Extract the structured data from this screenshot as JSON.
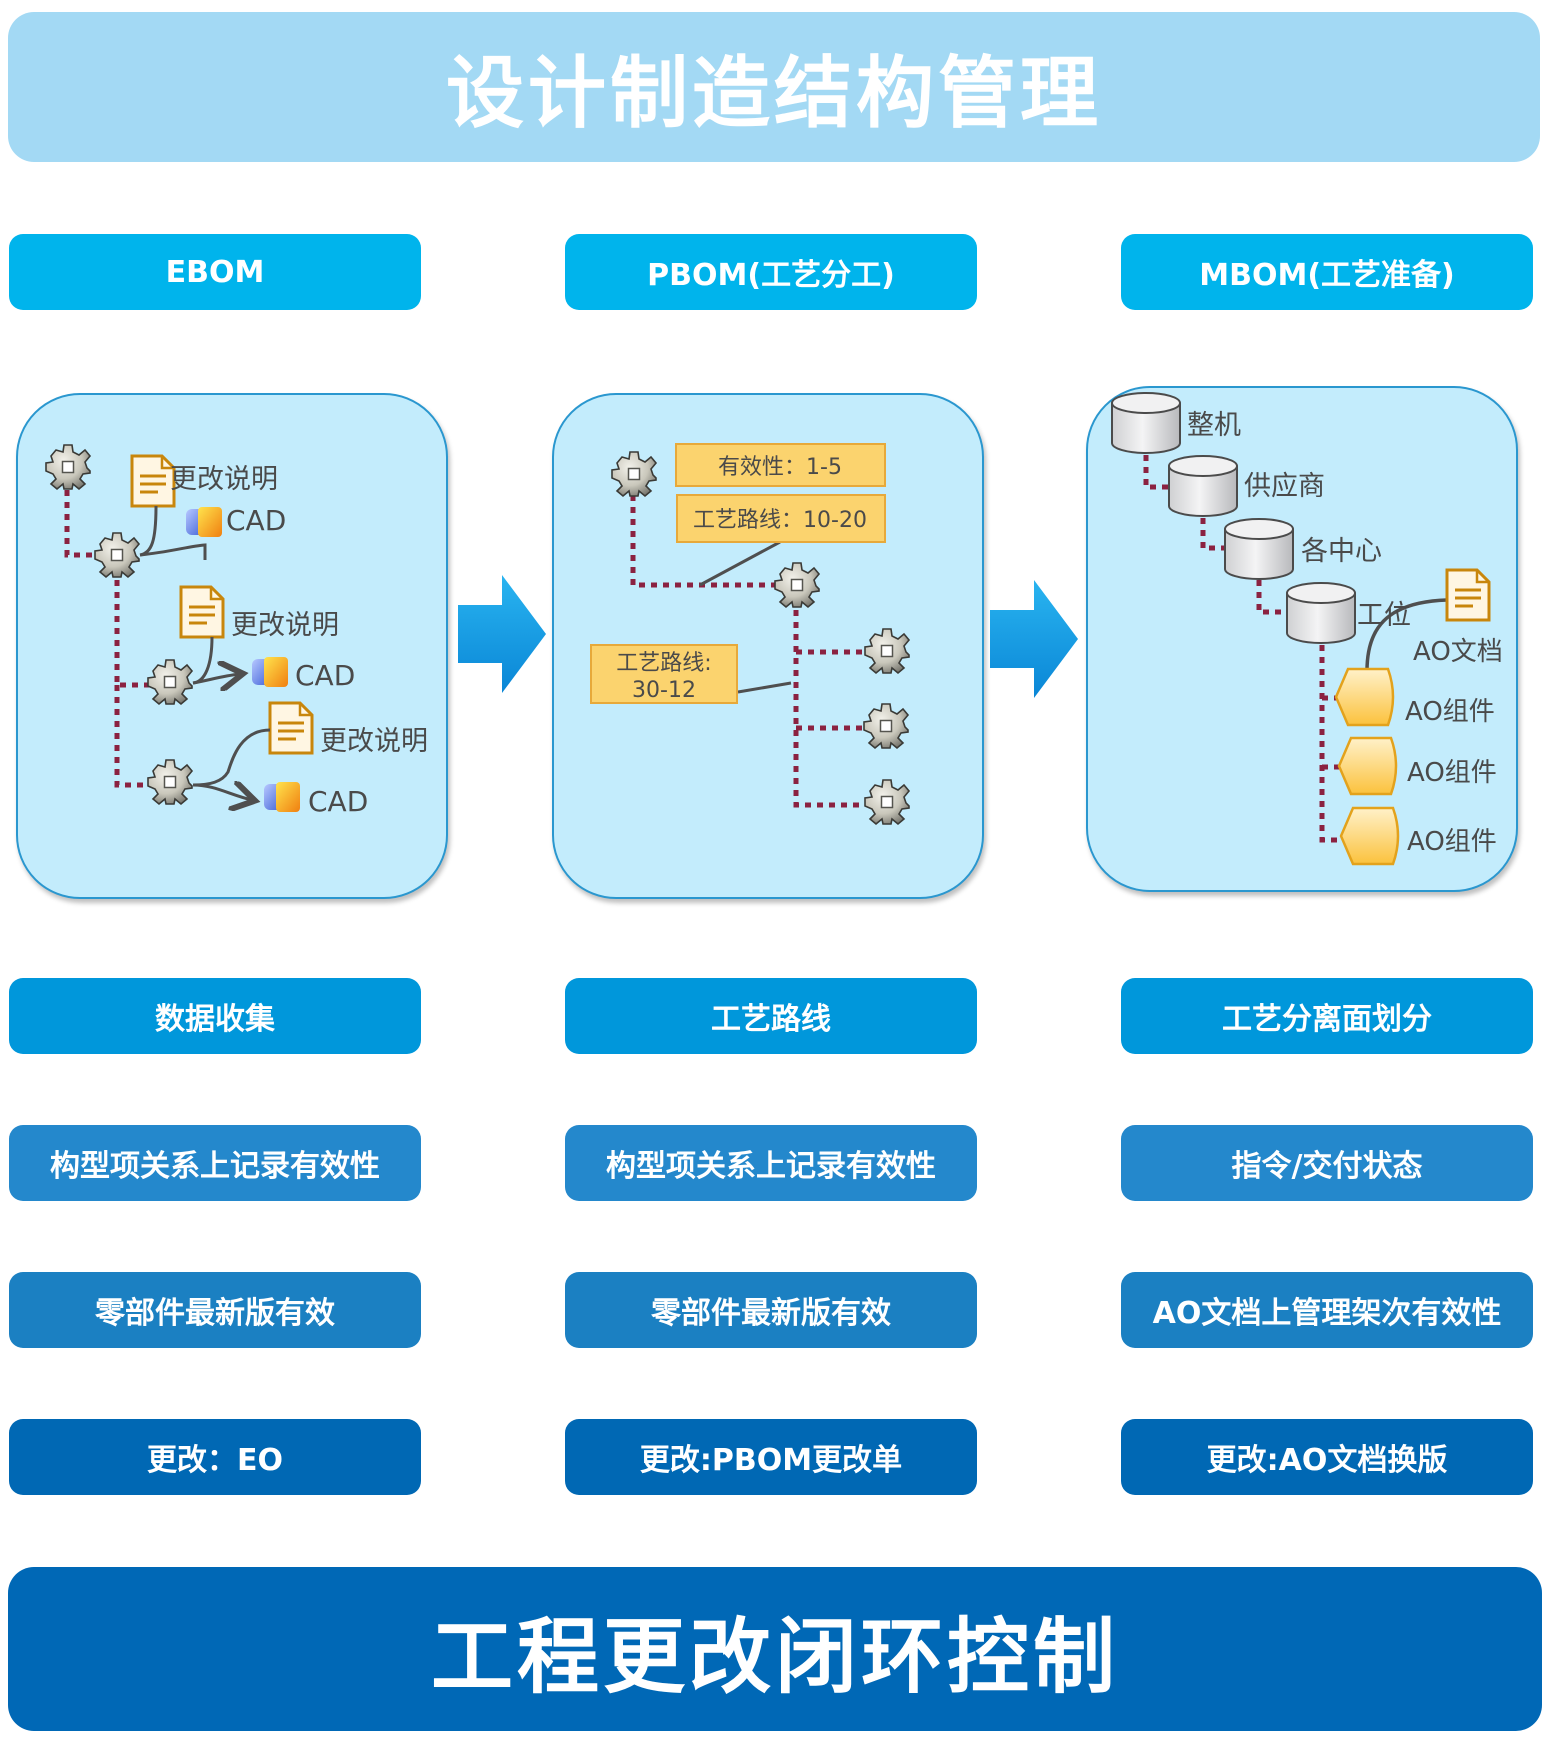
{
  "header": {
    "title": "设计制造结构管理"
  },
  "footer": {
    "title": "工程更改闭环控制"
  },
  "columns": [
    {
      "id": "ebom",
      "heading": "EBOM",
      "rows": [
        "数据收集",
        "构型项关系上记录有效性",
        "零部件最新版有效",
        "更改：EO"
      ],
      "diagram": {
        "change_note_label": "更改说明",
        "cad_label": "CAD"
      }
    },
    {
      "id": "pbom",
      "heading": "PBOM(工艺分工)",
      "rows": [
        "工艺路线",
        "构型项关系上记录有效性",
        "零部件最新版有效",
        "更改:PBOM更改单"
      ],
      "diagram": {
        "callout_effectivity": "有效性：1-5",
        "callout_route_1": "工艺路线：10-20",
        "callout_route_2_line1": "工艺路线:",
        "callout_route_2_line2": "30-12"
      }
    },
    {
      "id": "mbom",
      "heading": "MBOM(工艺准备)",
      "rows": [
        "工艺分离面划分",
        "指令/交付状态",
        "AO文档上管理架次有效性",
        "更改:AO文档换版"
      ],
      "diagram": {
        "levels": [
          "整机",
          "供应商",
          "各中心",
          "工位"
        ],
        "ao_doc_label": "AO文档",
        "ao_component_label": "AO组件"
      }
    }
  ],
  "colors": {
    "header_bg": "#a3d9f4",
    "footer_bg": "#0068b6",
    "heading_pill": "#00b4ec",
    "panel_bg": "#c3ecfc",
    "panel_border": "#2a97cf",
    "tree_link": "#8b2241",
    "doc_icon": "#c8860c",
    "callout_bg": "#fbd36e"
  }
}
